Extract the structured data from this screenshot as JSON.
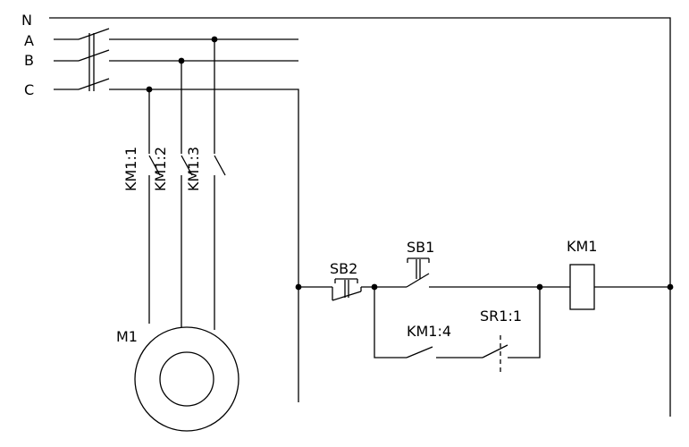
{
  "lines": {
    "n": "N",
    "a": "A",
    "b": "B",
    "c": "C"
  },
  "contacts": {
    "km1_1": "KM1:1",
    "km1_2": "KM1:2",
    "km1_3": "KM1:3",
    "km1_4": "KM1:4",
    "sr1_1": "SR1:1"
  },
  "buttons": {
    "sb1": "SB1",
    "sb2": "SB2"
  },
  "coil": {
    "km1": "KM1"
  },
  "motor": {
    "m1": "M1"
  }
}
